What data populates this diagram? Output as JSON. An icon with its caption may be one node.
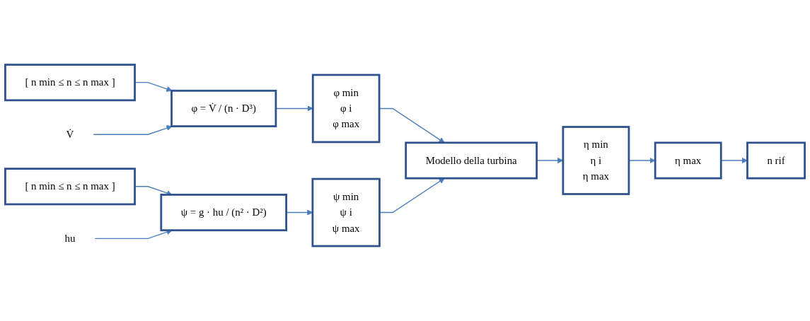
{
  "diagram": {
    "nodes": [
      {
        "text": [
          "[ n min ≤ n ≤ n max ]"
        ]
      },
      {
        "text": [
          "V̇"
        ]
      },
      {
        "text": [
          "φ = V̇ / (n · D³)"
        ]
      },
      {
        "text": [
          "φ min",
          "φ i",
          "φ max"
        ]
      },
      {
        "text": [
          "[ n min ≤ n ≤ n max ]"
        ]
      },
      {
        "text": [
          "hu"
        ]
      },
      {
        "text": [
          "ψ = g · hu / (n² · D²)"
        ]
      },
      {
        "text": [
          "ψ min",
          "ψ i",
          "ψ max"
        ]
      },
      {
        "text": [
          "Modello della turbina"
        ]
      },
      {
        "text": [
          "η min",
          "η i",
          "η max"
        ]
      },
      {
        "text": [
          "η max"
        ]
      },
      {
        "text": [
          "n rif"
        ]
      }
    ],
    "edges": [
      {
        "from": 0,
        "to": 2,
        "arrow": "to"
      },
      {
        "from": 1,
        "to": 2,
        "arrow": "to"
      },
      {
        "from": 2,
        "to": 3,
        "arrow": "to"
      },
      {
        "from": 4,
        "to": 6,
        "arrow": "to"
      },
      {
        "from": 5,
        "to": 6,
        "arrow": "to"
      },
      {
        "from": 6,
        "to": 7,
        "arrow": "to"
      },
      {
        "from": 3,
        "to": 8,
        "arrow": "to"
      },
      {
        "from": 7,
        "to": 8,
        "arrow": "to"
      },
      {
        "from": 8,
        "to": 9,
        "arrow": "to"
      },
      {
        "from": 9,
        "to": 10,
        "arrow": "to"
      },
      {
        "from": 10,
        "to": 11,
        "arrow": "to"
      }
    ]
  }
}
